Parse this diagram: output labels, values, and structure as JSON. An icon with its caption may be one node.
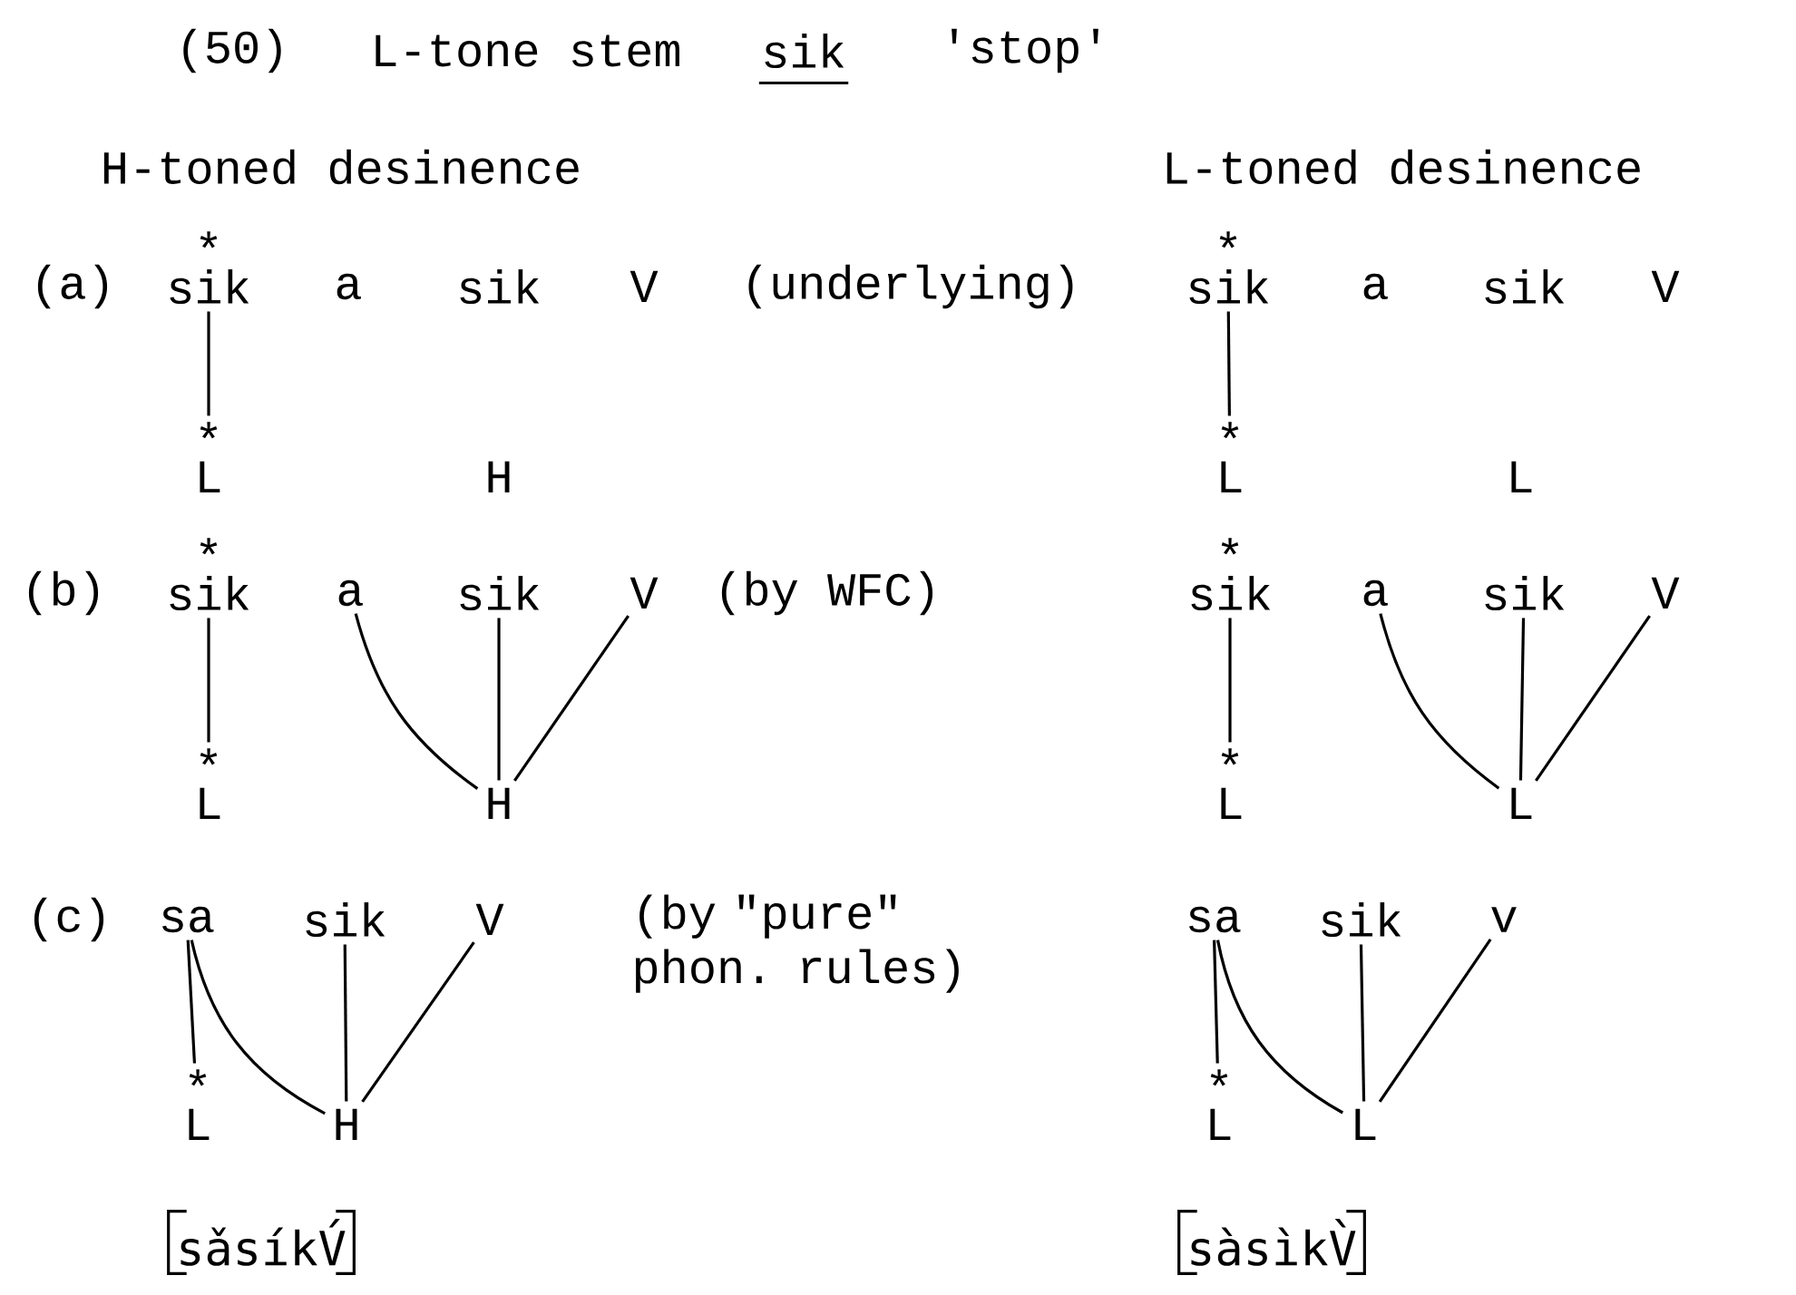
{
  "diagram": {
    "nodes": [
      {
        "text": [
          "sik"
        ],
        "beside": [
          "*"
        ]
      },
      {
        "text": [
          "a"
        ]
      },
      {
        "text": [
          "sik"
        ]
      },
      {
        "text": [
          "V"
        ]
      },
      {
        "text": [
          "sik"
        ],
        "beside": [
          "*"
        ]
      },
      {
        "text": [
          "a"
        ]
      },
      {
        "text": [
          "sik"
        ]
      },
      {
        "text": [
          "V"
        ]
      },
      {
        "text": [
          "L"
        ],
        "beside": [
          "*"
        ]
      },
      {
        "text": [
          "H"
        ]
      },
      {
        "text": [
          "L"
        ],
        "beside": [
          "*"
        ]
      },
      {
        "text": [
          "L"
        ]
      },
      {
        "text": [
          "sik"
        ],
        "beside": [
          "*"
        ]
      },
      {
        "text": [
          "a"
        ]
      },
      {
        "text": [
          "sik"
        ]
      },
      {
        "text": [
          "V"
        ]
      },
      {
        "text": [
          "sik"
        ],
        "beside": [
          "*"
        ]
      },
      {
        "text": [
          "a"
        ]
      },
      {
        "text": [
          "sik"
        ]
      },
      {
        "text": [
          "V"
        ]
      },
      {
        "text": [
          "L"
        ],
        "beside": [
          "*"
        ]
      },
      {
        "text": [
          "H"
        ]
      },
      {
        "text": [
          "L"
        ],
        "beside": [
          "*"
        ]
      },
      {
        "text": [
          "L"
        ]
      },
      {
        "text": [
          "sa"
        ]
      },
      {
        "text": [
          "sik"
        ]
      },
      {
        "text": [
          "V"
        ]
      },
      {
        "text": [
          "sa"
        ]
      },
      {
        "text": [
          "sik"
        ]
      },
      {
        "text": [
          "v"
        ]
      },
      {
        "text": [
          "L"
        ],
        "beside": [
          "*"
        ]
      },
      {
        "text": [
          "H"
        ]
      },
      {
        "text": [
          "L"
        ],
        "beside": [
          "*"
        ]
      },
      {
        "text": [
          "L"
        ]
      }
    ],
    "edges": [
      {
        "from": 0,
        "to": 8,
        "arrow": "none"
      },
      {
        "from": 4,
        "to": 10,
        "arrow": "none"
      },
      {
        "from": 12,
        "to": 20,
        "arrow": "none"
      },
      {
        "from": 13,
        "to": 21,
        "arrow": "none"
      },
      {
        "from": 14,
        "to": 21,
        "arrow": "none"
      },
      {
        "from": 15,
        "to": 21,
        "arrow": "none"
      },
      {
        "from": 16,
        "to": 22,
        "arrow": "none"
      },
      {
        "from": 17,
        "to": 23,
        "arrow": "none"
      },
      {
        "from": 18,
        "to": 23,
        "arrow": "none"
      },
      {
        "from": 19,
        "to": 23,
        "arrow": "none"
      },
      {
        "from": 24,
        "to": 30,
        "arrow": "none"
      },
      {
        "from": 24,
        "to": 31,
        "arrow": "none"
      },
      {
        "from": 25,
        "to": 31,
        "arrow": "none"
      },
      {
        "from": 26,
        "to": 31,
        "arrow": "none"
      },
      {
        "from": 27,
        "to": 32,
        "arrow": "none"
      },
      {
        "from": 27,
        "to": 33,
        "arrow": "none"
      },
      {
        "from": 28,
        "to": 33,
        "arrow": "none"
      },
      {
        "from": 29,
        "to": 33,
        "arrow": "none"
      }
    ],
    "labels": [
      "(50)",
      "L-tone stem",
      "sik",
      "'stop'",
      "H-toned desinence",
      "L-toned desinence",
      "(a)",
      "(underlying)",
      "(b)",
      "(by WFC)",
      "(c)",
      "(by \"pure\" phon. rules)",
      "sǎsíkV́",
      "sàsìkV̀"
    ]
  }
}
